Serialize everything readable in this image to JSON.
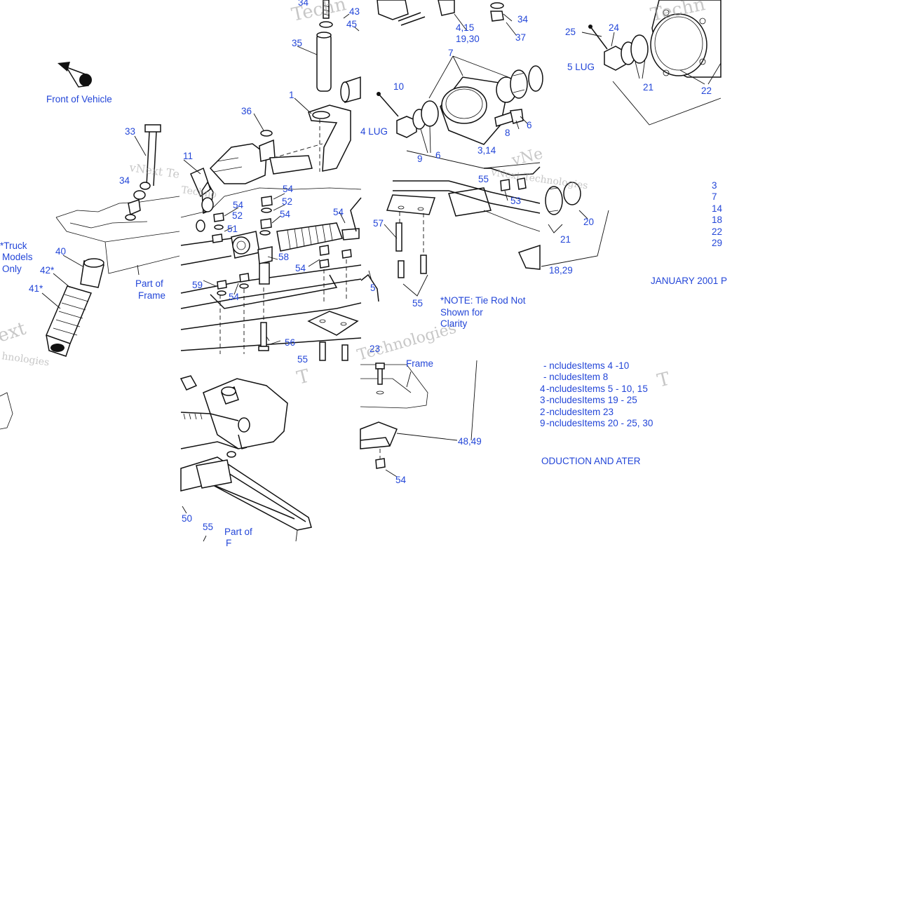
{
  "front_label": "Front of Vehicle",
  "truck_note": [
    "*Truck",
    "Models",
    "Only"
  ],
  "frame_part_labels": [
    {
      "id": "frame-left",
      "lines": [
        "Part of",
        "Frame"
      ]
    },
    {
      "id": "frame-mid",
      "lines": [
        "Frame"
      ]
    },
    {
      "id": "frame-bottom",
      "lines": [
        "Part of",
        "F"
      ]
    }
  ],
  "lug_labels": [
    "5 LUG",
    "4 LUG"
  ],
  "tie_rod_note": [
    "*NOTE: Tie Rod Not",
    "Shown for",
    "Clarity"
  ],
  "date_label": "JANUARY 2001 P",
  "production_label": "ODUCTION AND ATER",
  "includes_list": [
    "- ncludesItems  4 -10",
    "- ncludesItem  8",
    "-ncludesItems  5 - 10, 15",
    "-ncludesItems  19 - 25",
    "-ncludesItem  23",
    "-ncludesItems  20 - 25, 30"
  ],
  "includes_prefixes": [
    "",
    "",
    "4",
    "3",
    "2",
    "9"
  ],
  "right_column_numbers": [
    "3",
    "7",
    "14",
    "18",
    "22",
    "29"
  ],
  "callouts": [
    {
      "id": "c34a",
      "text": "34"
    },
    {
      "id": "c43",
      "text": "43"
    },
    {
      "id": "c45",
      "text": "45"
    },
    {
      "id": "c35",
      "text": "35"
    },
    {
      "id": "c1",
      "text": "1"
    },
    {
      "id": "c36",
      "text": "36"
    },
    {
      "id": "c33",
      "text": "33"
    },
    {
      "id": "c11",
      "text": "11"
    },
    {
      "id": "c34b",
      "text": "34"
    },
    {
      "id": "c40",
      "text": "40"
    },
    {
      "id": "c42",
      "text": "42*"
    },
    {
      "id": "c41",
      "text": "41*"
    },
    {
      "id": "c4_15",
      "text": "4,15"
    },
    {
      "id": "c19_30",
      "text": "19,30"
    },
    {
      "id": "c34c",
      "text": "34"
    },
    {
      "id": "c37",
      "text": "37"
    },
    {
      "id": "c7",
      "text": "7"
    },
    {
      "id": "c10",
      "text": "10"
    },
    {
      "id": "c8",
      "text": "8"
    },
    {
      "id": "c6a",
      "text": "6"
    },
    {
      "id": "c6b",
      "text": "6"
    },
    {
      "id": "c9",
      "text": "9"
    },
    {
      "id": "c3_14",
      "text": "3,14"
    },
    {
      "id": "c25",
      "text": "25"
    },
    {
      "id": "c24",
      "text": "24"
    },
    {
      "id": "c21a",
      "text": "21"
    },
    {
      "id": "c22",
      "text": "22"
    },
    {
      "id": "c54a",
      "text": "54"
    },
    {
      "id": "c52a",
      "text": "52"
    },
    {
      "id": "c54b",
      "text": "54"
    },
    {
      "id": "c52b",
      "text": "52"
    },
    {
      "id": "c54c",
      "text": "54"
    },
    {
      "id": "c51",
      "text": "51"
    },
    {
      "id": "c54d",
      "text": "54"
    },
    {
      "id": "c58",
      "text": "58"
    },
    {
      "id": "c54e",
      "text": "54"
    },
    {
      "id": "c59",
      "text": "59"
    },
    {
      "id": "c54f",
      "text": "54"
    },
    {
      "id": "c5",
      "text": "5"
    },
    {
      "id": "c56",
      "text": "56"
    },
    {
      "id": "c55a",
      "text": "55"
    },
    {
      "id": "c57",
      "text": "57"
    },
    {
      "id": "c53",
      "text": "53"
    },
    {
      "id": "c55b",
      "text": "55"
    },
    {
      "id": "c20",
      "text": "20"
    },
    {
      "id": "c21b",
      "text": "21"
    },
    {
      "id": "c18_29",
      "text": "18,29"
    },
    {
      "id": "c23",
      "text": "23"
    },
    {
      "id": "c48_49",
      "text": "48,49"
    },
    {
      "id": "c54g",
      "text": "54"
    },
    {
      "id": "c50",
      "text": "50"
    },
    {
      "id": "c55c",
      "text": "55"
    },
    {
      "id": "c55d",
      "text": "55"
    }
  ],
  "watermark_text": [
    "Techn",
    "vNext Te",
    "Technologies",
    "ext",
    "hnologies",
    "Techno",
    "vNext Technologies",
    "T",
    "T",
    "Techn",
    "vNe"
  ],
  "colors": {
    "label": "#2346d8",
    "line": "#111111",
    "watermark": "#9a9a9a"
  }
}
